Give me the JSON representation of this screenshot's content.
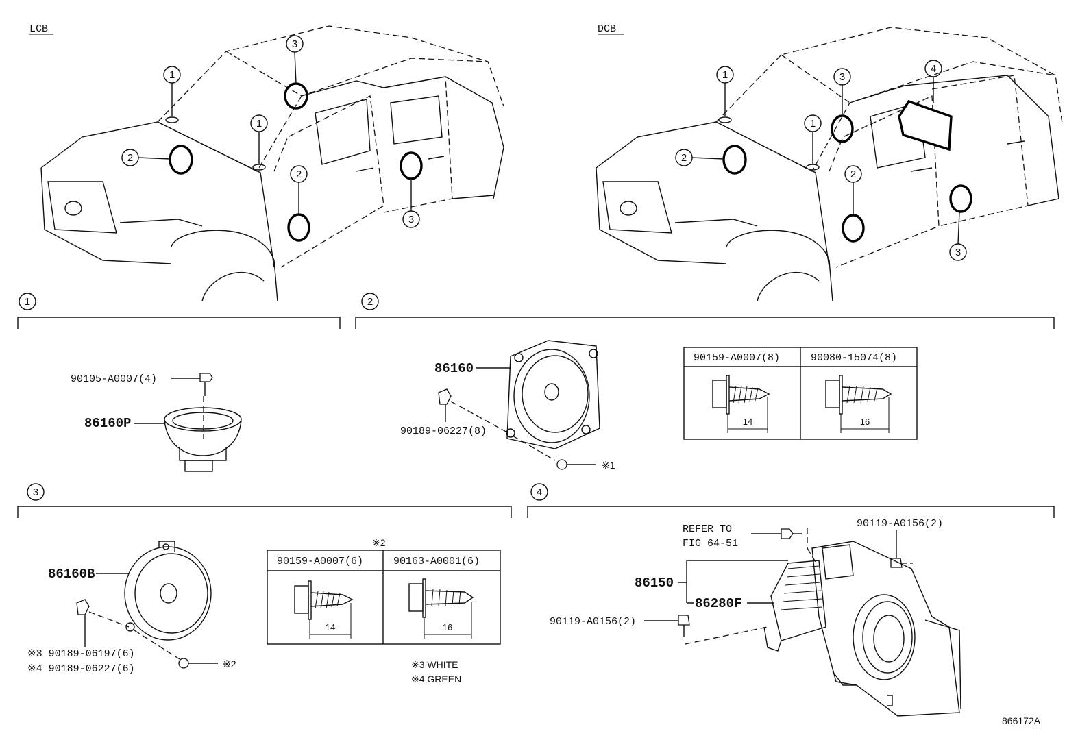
{
  "views": {
    "lcb": "LCB",
    "dcb": "DCB"
  },
  "callouts": {
    "one": "1",
    "two": "2",
    "three": "3",
    "four": "4"
  },
  "section1": {
    "number": "1",
    "bolt": "90105-A0007(4)",
    "part": "86160P"
  },
  "section2": {
    "number": "2",
    "part": "86160",
    "clip": "90189-06227(8)",
    "note": "※1",
    "table": [
      {
        "part": "90159-A0007(8)",
        "length": "14"
      },
      {
        "part": "90080-15074(8)",
        "length": "16"
      }
    ]
  },
  "section3": {
    "number": "3",
    "part": "86160B",
    "clip_a": "※3 90189-06197(6)",
    "clip_b": "※4 90189-06227(6)",
    "note": "※2",
    "table_title": "※2",
    "table": [
      {
        "part": "90159-A0007(6)",
        "length": "14"
      },
      {
        "part": "90163-A0001(6)",
        "length": "16"
      }
    ],
    "legend_a": "※3 WHITE",
    "legend_b": "※4 GREEN"
  },
  "section4": {
    "number": "4",
    "refer_line1": "REFER TO",
    "refer_line2": "FIG 64-51",
    "bolt_top": "90119-A0156(2)",
    "bolt_left": "90119-A0156(2)",
    "assembly": "86150",
    "amp": "86280F"
  },
  "figure_id": "866172A"
}
